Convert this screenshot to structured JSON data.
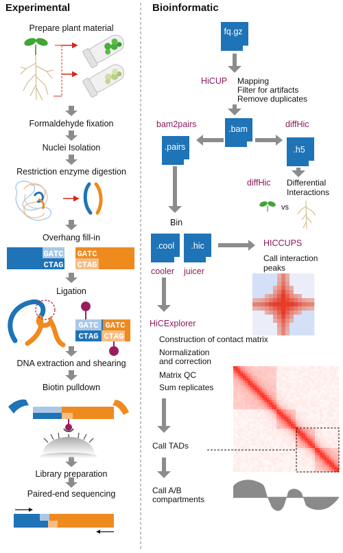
{
  "columns": {
    "left_title": "Experimental",
    "right_title": "Bioinformatic"
  },
  "experimental_steps": [
    "Prepare plant material",
    "Formaldehyde fixation",
    "Nuclei Isolation",
    "Restriction enzyme digestion",
    "Overhang fill-in",
    "Ligation",
    "DNA extraction and shearing",
    "Biotin pulldown",
    "Library preparation",
    "Paired-end sequencing"
  ],
  "sequences": {
    "top": "GATC",
    "bottom": "CTAG"
  },
  "files": {
    "fastq": "fq.gz",
    "bam": ".bam",
    "pairs": ".pairs",
    "h5": ".h5",
    "cool": ".cool",
    "hic": ".hic"
  },
  "tools": {
    "hicup": "HiCUP",
    "bam2pairs": "bam2pairs",
    "diffhic_top": "diffHic",
    "diffhic_bottom": "diffHic",
    "cooler": "cooler",
    "juicer": "juicer",
    "hiccups": "HICCUPS",
    "hicexplorer": "HiCExplorer"
  },
  "hicup_steps": [
    "Mapping",
    "Filter for artifacts",
    "Remove duplicates"
  ],
  "diffhic_desc": [
    "Differential",
    "Interactions"
  ],
  "vs_label": "vs",
  "bin_label": "Bin",
  "hiccups_desc": [
    "Call interaction",
    "peaks"
  ],
  "hicexplorer_steps": {
    "construction": "Construction of contact matrix",
    "normalization": [
      "Normalization",
      "and correction"
    ],
    "matrix_qc": "Matrix QC",
    "sum": "Sum replicates",
    "tads": "Call TADs",
    "compartments": [
      "Call A/B",
      "compartments"
    ]
  },
  "colors": {
    "blue": "#1f73b7",
    "light_blue": "#7fb2dd",
    "orange": "#ef8a1f",
    "light_orange": "#f6bd85",
    "tool": "#8b1a5c",
    "arrow": "#8c8c8c",
    "red": "#d6281b",
    "green": "#3fa535",
    "biotin": "#9b1b5f"
  }
}
